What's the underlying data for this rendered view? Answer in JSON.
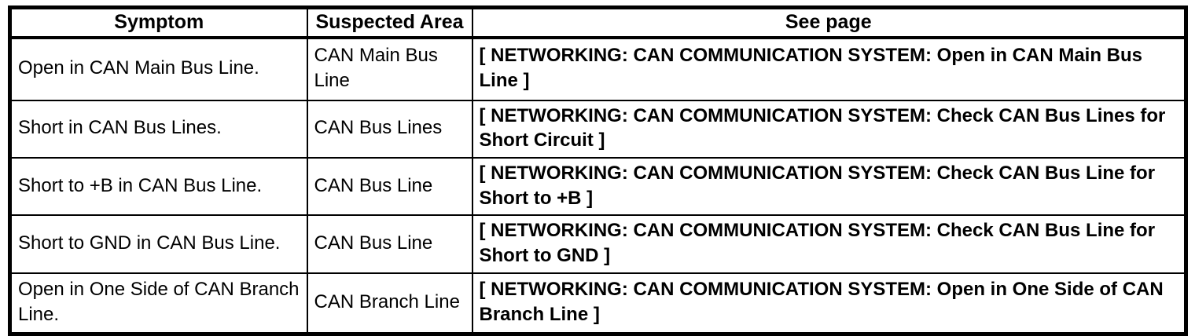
{
  "table": {
    "headers": {
      "symptom": "Symptom",
      "suspected_area": "Suspected Area",
      "see_page": "See page"
    },
    "rows": [
      {
        "symptom": "Open in CAN Main Bus Line.",
        "suspected_area": "CAN Main Bus Line",
        "see_page": "[ NETWORKING: CAN COMMUNICATION SYSTEM: Open in CAN Main Bus Line ]"
      },
      {
        "symptom": "Short in CAN Bus Lines.",
        "suspected_area": "CAN Bus Lines",
        "see_page": "[ NETWORKING: CAN COMMUNICATION SYSTEM: Check CAN Bus Lines for Short Circuit ]"
      },
      {
        "symptom": "Short to +B in CAN Bus Line.",
        "suspected_area": "CAN Bus Line",
        "see_page": "[ NETWORKING: CAN COMMUNICATION SYSTEM: Check CAN Bus Line for Short to +B ]"
      },
      {
        "symptom": "Short to GND in CAN Bus Line.",
        "suspected_area": "CAN Bus Line",
        "see_page": "[ NETWORKING: CAN COMMUNICATION SYSTEM: Check CAN Bus Line for Short to GND ]"
      },
      {
        "symptom": "Open in One Side of CAN Branch Line.",
        "suspected_area": "CAN Branch Line",
        "see_page": "[ NETWORKING: CAN COMMUNICATION SYSTEM: Open in One Side of CAN Branch Line ]"
      }
    ],
    "colors": {
      "border": "#000000",
      "background": "#ffffff",
      "text": "#000000"
    }
  }
}
